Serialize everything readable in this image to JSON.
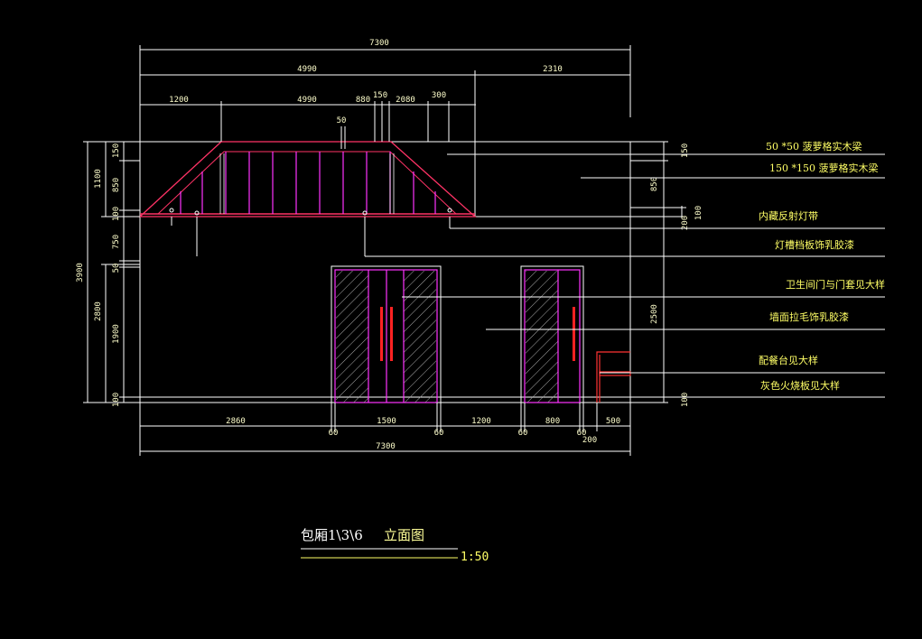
{
  "top_dims": {
    "overall": "7300",
    "row2_left": "4990",
    "row2_right": "2310",
    "row3_a": "1200",
    "row3_b": "4990",
    "row3_c": "880",
    "row3_d": "150",
    "row3_e": "2080",
    "row3_f": "300",
    "small_50": "50"
  },
  "left_dims": {
    "v150": "150",
    "v850": "850",
    "v100": "100",
    "v750": "750",
    "v50": "50",
    "v1900": "1900",
    "v100b": "100",
    "v1100": "1100",
    "v2800": "2800",
    "v3900": "3900"
  },
  "right_dims": {
    "r150": "150",
    "r850": "850",
    "r200": "200",
    "r100": "100",
    "r2500": "2500",
    "r100b": "100"
  },
  "bottom_dims": {
    "b2860": "2860",
    "b1500": "1500",
    "b1200": "1200",
    "b800": "800",
    "b500": "500",
    "s60a": "60",
    "s60b": "60",
    "s60c": "60",
    "s60d": "60",
    "b200": "200",
    "overall": "7300"
  },
  "annotations": [
    "50 *50 菠萝格实木梁",
    "150 *150 菠萝格实木梁",
    "内藏反射灯带",
    "灯槽档板饰乳胶漆",
    "卫生间门与门套见大样",
    "墙面拉毛饰乳胶漆",
    "配餐台见大样",
    "灰色火烧板见大样"
  ],
  "title_block": {
    "name": "包厢1\\3\\6",
    "kind": "立面图",
    "scale": "1:50"
  },
  "colors": {
    "background": "#000000",
    "linework": "#ffffff",
    "dimension_text": "#ffffcc",
    "note_text": "#ffff66",
    "roof": "#ff3366",
    "purlin": "#ff33ff",
    "hatch": "#aaaaaa",
    "handle": "#ff2222"
  }
}
